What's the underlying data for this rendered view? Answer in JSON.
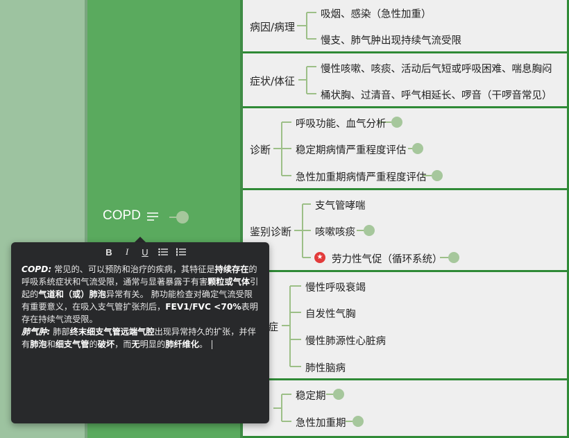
{
  "root": {
    "label": "COPD"
  },
  "panels": [
    {
      "category": "病因/病理",
      "items": [
        "吸烟、感染（急性加重）",
        "慢支、肺气肿出现持续气流受限"
      ]
    },
    {
      "category": "症状/体征",
      "items": [
        "慢性咳嗽、咳痰、活动后气短或呼吸困难、喘息胸闷",
        "桶状胸、过清音、呼气相延长、啰音（干啰音常见）"
      ]
    },
    {
      "category": "诊断",
      "items": [
        "呼吸功能、血气分析",
        "稳定期病情严重程度评估",
        "急性加重期病情严重程度评估"
      ]
    },
    {
      "category": "鉴别诊断",
      "items": [
        "支气管哮喘",
        "咳嗽咳痰",
        "劳力性气促（循环系统）"
      ]
    },
    {
      "category": "症",
      "items": [
        "慢性呼吸衰竭",
        "自发性气胸",
        "慢性肺源性心脏病",
        "肺性脑病"
      ]
    },
    {
      "category": "",
      "items": [
        "稳定期",
        "急性加重期"
      ]
    }
  ],
  "toolbar": {
    "bold": "B",
    "italic": "I",
    "underline": "U"
  },
  "note": {
    "p1_a": "COPD:",
    "p1_b": " 常见的、可以预防和治疗的疾病，其特征是",
    "p1_c": "持续存在",
    "p1_d": "的呼吸系统症状和气流受限，通常与显著暴露于有害",
    "p1_e": "颗粒或气体",
    "p1_f": "引起的",
    "p1_g": "气道和（或）肺泡",
    "p1_h": "异常有关。 肺功能检查对确定气流受限有重要意义，在吸入支气管扩张剂后，",
    "p1_i": "FEV1/FVC <70%",
    "p1_j": "表明存在持续气流受限。",
    "p2_a": "肺气肿:",
    "p2_b": " 肺部",
    "p2_c": "终末细支气管远端气腔",
    "p2_d": "出现异常持久的扩张，并伴有",
    "p2_e": "肺泡",
    "p2_f": "和",
    "p2_g": "细支气管",
    "p2_h": "的",
    "p2_i": "破坏",
    "p2_j": "，而",
    "p2_k": "无",
    "p2_l": "明显的",
    "p2_m": "肺纤维化",
    "p2_n": "。"
  },
  "colors": {
    "accent": "#2f8a36",
    "node": "#a6c79c",
    "root_bg": "#5aaa5e",
    "popup_bg": "#28292b"
  }
}
